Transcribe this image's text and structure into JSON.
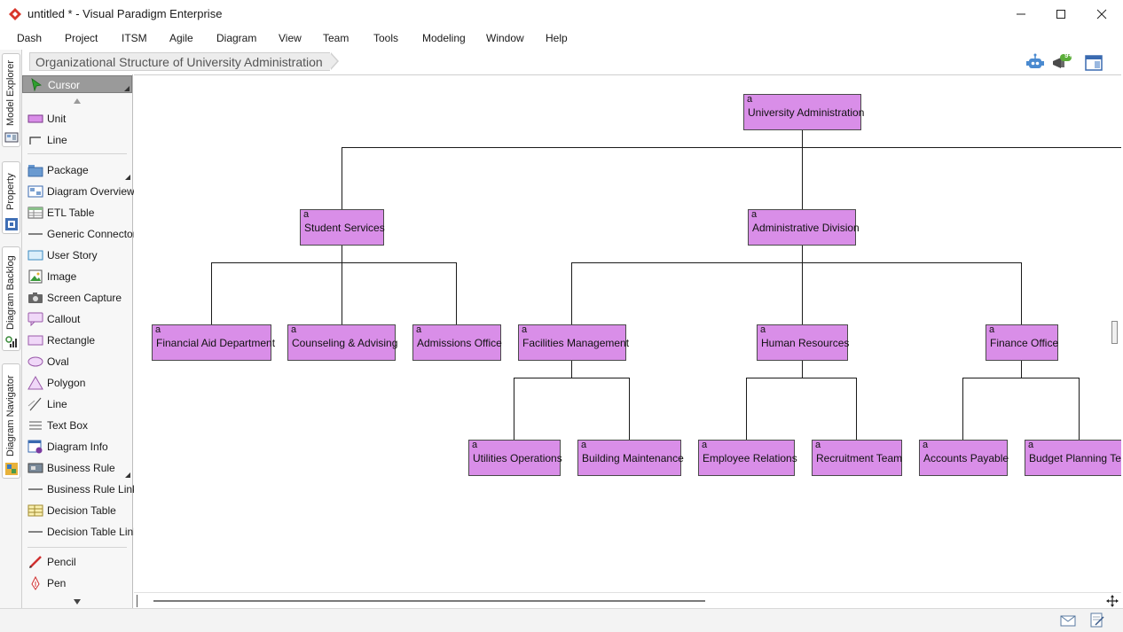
{
  "window": {
    "title": "untitled * - Visual Paradigm Enterprise"
  },
  "menu": [
    "Dash",
    "Project",
    "ITSM",
    "Agile",
    "Diagram",
    "View",
    "Team",
    "Tools",
    "Modeling",
    "Window",
    "Help"
  ],
  "side_tabs": [
    "Model Explorer",
    "Property",
    "Diagram Backlog",
    "Diagram Navigator"
  ],
  "breadcrumb": {
    "title": "Organizational Structure of University Administration"
  },
  "toolbar_icons": [
    "robot-icon",
    "announcement-icon",
    "layout-panel-icon"
  ],
  "announcement_badge": "9+",
  "palette": {
    "cursor": "Cursor",
    "items": [
      "Unit",
      "Line",
      "Package",
      "Diagram Overview",
      "ETL Table",
      "Generic Connector",
      "User Story",
      "Image",
      "Screen Capture",
      "Callout",
      "Rectangle",
      "Oval",
      "Polygon",
      "Line",
      "Text Box",
      "Diagram Info",
      "Business Rule",
      "Business Rule Link",
      "Decision Table",
      "Decision Table Link",
      "Pencil",
      "Pen"
    ]
  },
  "diagram": {
    "unit_stereotype": "a",
    "unit_fill": "#d98ee8",
    "units": {
      "root": "University Administration",
      "student_services": "Student Services",
      "administrative_division": "Administrative Division",
      "financial_aid": "Financial Aid Department",
      "counseling": "Counseling & Advising",
      "admissions": "Admissions Office",
      "facilities": "Facilities Management",
      "hr": "Human Resources",
      "finance": "Finance Office",
      "utilities": "Utilities Operations",
      "building": "Building Maintenance",
      "employee_relations": "Employee Relations",
      "recruitment": "Recruitment Team",
      "accounts_payable": "Accounts Payable",
      "budget_planning": "Budget Planning Team"
    }
  },
  "status_icons": [
    "mail-icon",
    "edit-note-icon"
  ]
}
